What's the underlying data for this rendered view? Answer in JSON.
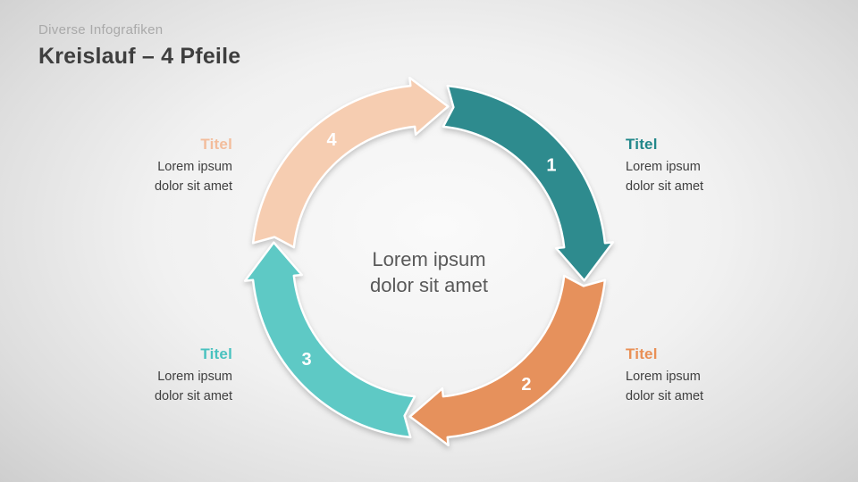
{
  "header": {
    "eyebrow": "Diverse Infografiken",
    "title": "Kreislauf – 4 Pfeile"
  },
  "center": {
    "line1": "Lorem ipsum",
    "line2": "dolor sit amet"
  },
  "items": [
    {
      "number": "1",
      "titel": "Titel",
      "body_line1": "Lorem ipsum",
      "body_line2": "dolor sit amet",
      "arc_color": "#2e8b8e",
      "label_color": "#21878a",
      "position": "right-top"
    },
    {
      "number": "2",
      "titel": "Titel",
      "body_line1": "Lorem ipsum",
      "body_line2": "dolor sit amet",
      "arc_color": "#e6915c",
      "label_color": "#e98f55",
      "position": "right-bottom"
    },
    {
      "number": "3",
      "titel": "Titel",
      "body_line1": "Lorem ipsum",
      "body_line2": "dolor sit amet",
      "arc_color": "#5ec9c5",
      "label_color": "#49c2bf",
      "position": "left-bottom"
    },
    {
      "number": "4",
      "titel": "Titel",
      "body_line1": "Lorem ipsum",
      "body_line2": "dolor sit amet",
      "arc_color": "#f6cdb1",
      "label_color": "#f3bd9c",
      "position": "left-top"
    }
  ],
  "colors": {
    "background_center": "#fafafa",
    "background_edge": "#c5c5c5",
    "arrow_outline": "#ffffff",
    "number_text": "#ffffff",
    "eyebrow_text": "#a9a9a9",
    "title_text": "#3e3e3e",
    "body_text": "#3f3f3f",
    "center_text": "#595959"
  }
}
